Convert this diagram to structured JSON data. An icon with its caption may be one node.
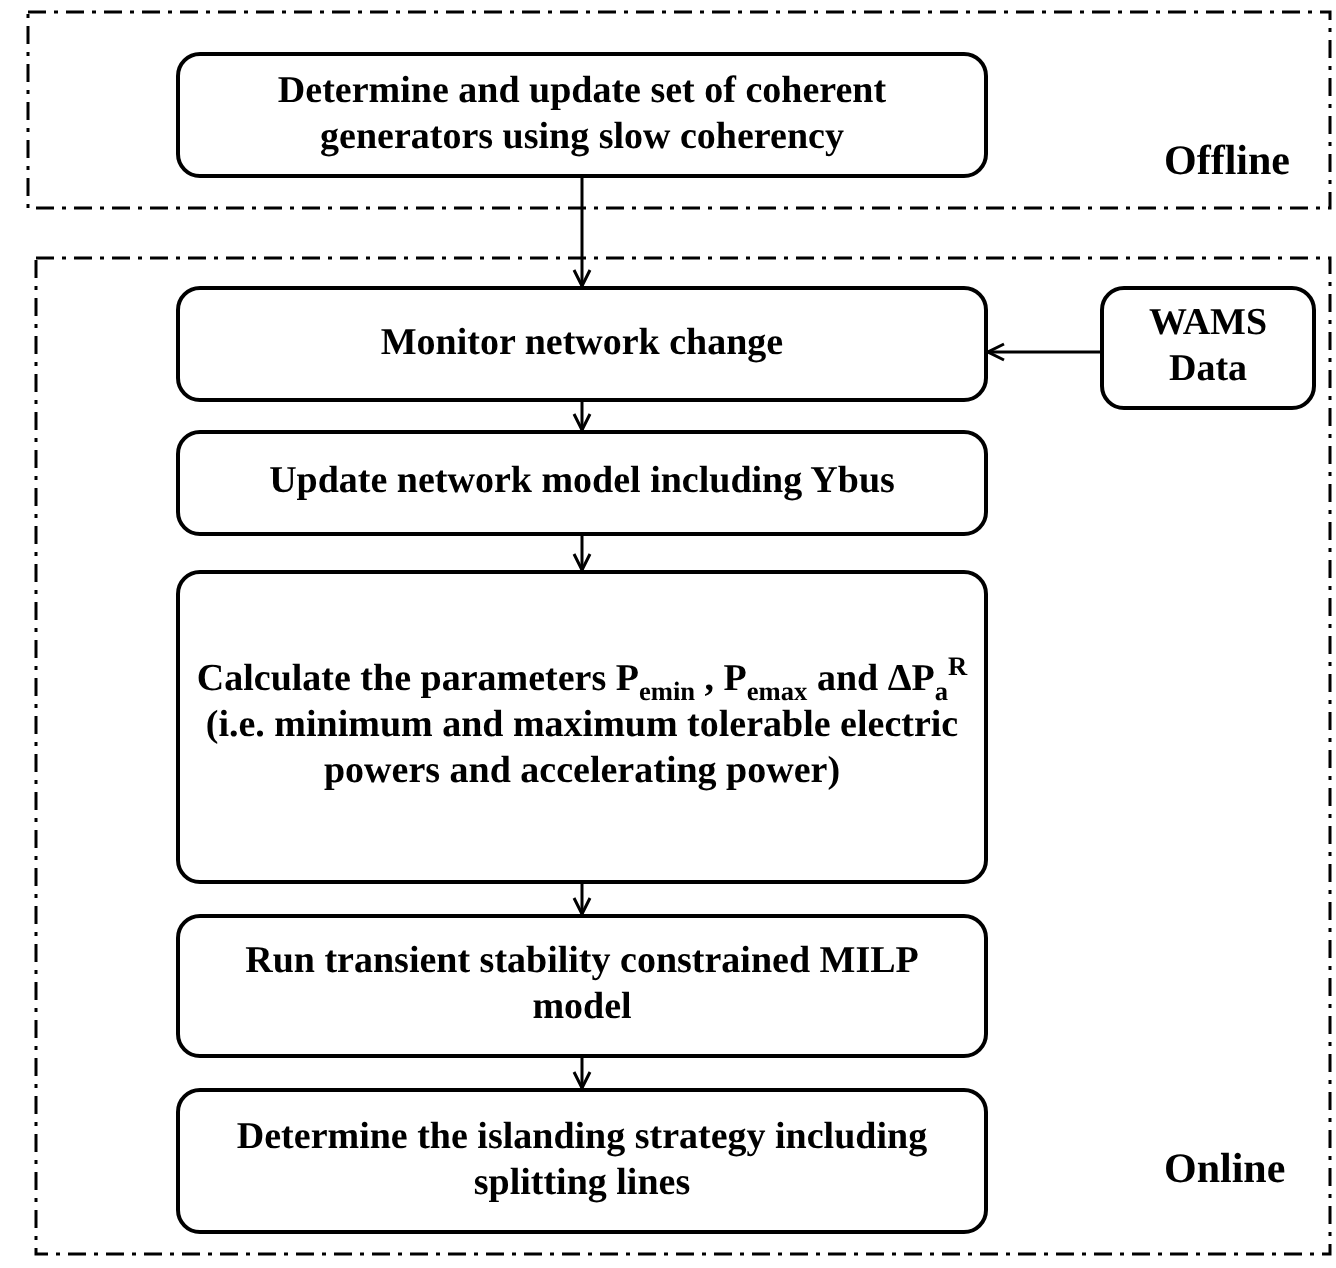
{
  "diagram": {
    "nodes": [
      {
        "text": [
          "Offline"
        ]
      },
      {
        "text": [
          "Determine and update set of coherent generators using slow coherency"
        ],
        "in": 0
      },
      {
        "text": [
          "Online"
        ]
      },
      {
        "text": [
          "Monitor network change"
        ],
        "in": 2
      },
      {
        "text": [
          "WAMS Data"
        ],
        "in": 2
      },
      {
        "text": [
          "Update network model including Ybus"
        ],
        "in": 2
      },
      {
        "text": [
          "Calculate the parameters P$_{emin}$ , P$_{emax}$ and ΔP$_{a}$$^{R}$ (i.e. minimum and maximum tolerable electric powers and accelerating  power)"
        ],
        "in": 2
      },
      {
        "text": [
          "Run transient stability constrained MILP model"
        ],
        "in": 2
      },
      {
        "text": [
          "Determine the islanding strategy including splitting lines"
        ],
        "in": 2
      }
    ],
    "edges": [
      {
        "from": 1,
        "to": 3,
        "arrow": "to"
      },
      {
        "from": 4,
        "to": 3,
        "arrow": "to"
      },
      {
        "from": 3,
        "to": 5,
        "arrow": "to"
      },
      {
        "from": 5,
        "to": 6,
        "arrow": "to"
      },
      {
        "from": 6,
        "to": 7,
        "arrow": "to"
      },
      {
        "from": 7,
        "to": 8,
        "arrow": "to"
      }
    ]
  }
}
